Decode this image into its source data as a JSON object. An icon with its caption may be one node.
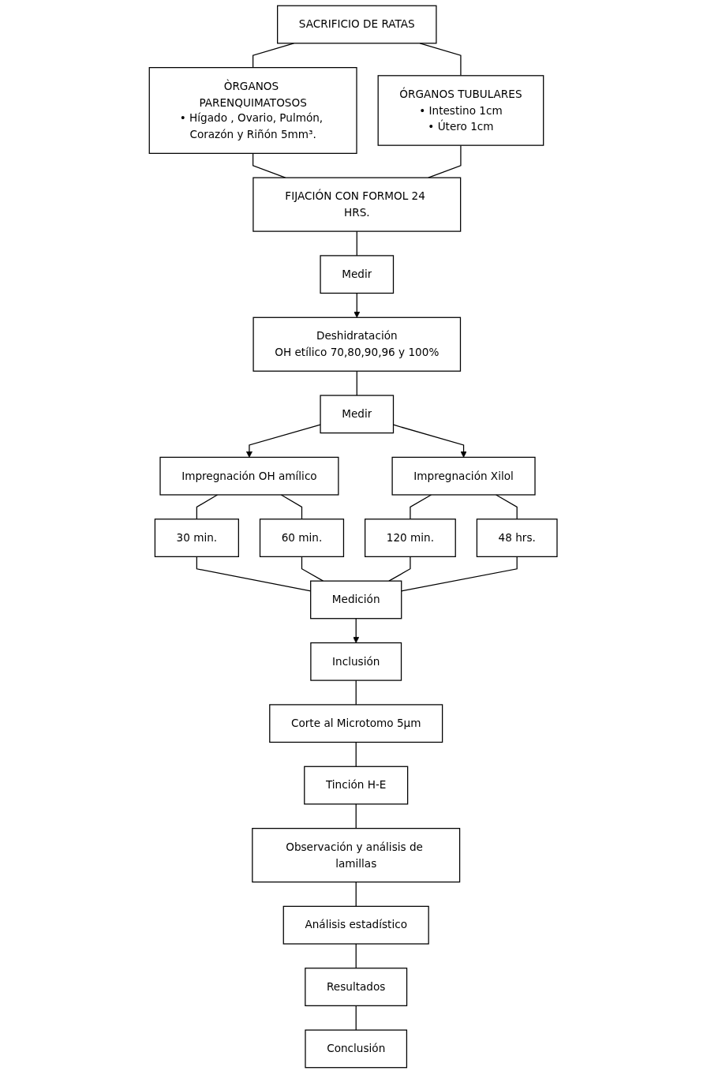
{
  "diagram": {
    "nodes": [
      {
        "text": [
          "SACRIFICIO DE RATAS"
        ]
      },
      {
        "text": [
          "ÒRGANOS PARENQUIMATOSOS",
          "• Hígado , Ovario, Pulmón, Corazón y Riñón 5mm³."
        ]
      },
      {
        "text": [
          "ÓRGANOS TUBULARES",
          "• Intestino 1cm",
          "• Útero 1cm"
        ]
      },
      {
        "text": [
          "FIJACIÓN CON FORMOL 24 HRS."
        ]
      },
      {
        "text": [
          "Medir"
        ]
      },
      {
        "text": [
          "Deshidratación",
          "OH etílico 70,80,90,96 y 100%"
        ]
      },
      {
        "text": [
          "Medir"
        ]
      },
      {
        "text": [
          "Impregnación OH amílico"
        ]
      },
      {
        "text": [
          "Impregnación Xilol"
        ]
      },
      {
        "text": [
          "30 min."
        ]
      },
      {
        "text": [
          "60 min."
        ]
      },
      {
        "text": [
          "120 min."
        ]
      },
      {
        "text": [
          "48 hrs."
        ]
      },
      {
        "text": [
          "Medición"
        ]
      },
      {
        "text": [
          "Inclusión"
        ]
      },
      {
        "text": [
          "Corte al Microtomo 5μm"
        ]
      },
      {
        "text": [
          "Tinción H-E"
        ]
      },
      {
        "text": [
          "Observación y análisis de lamillas"
        ]
      },
      {
        "text": [
          "Análisis estadístico"
        ]
      },
      {
        "text": [
          "Resultados"
        ]
      },
      {
        "text": [
          "Conclusión"
        ]
      }
    ],
    "edges": [
      {
        "from": 0,
        "to": 1,
        "arrow": "none"
      },
      {
        "from": 0,
        "to": 2,
        "arrow": "none"
      },
      {
        "from": 1,
        "to": 3,
        "arrow": "none"
      },
      {
        "from": 2,
        "to": 3,
        "arrow": "none"
      },
      {
        "from": 3,
        "to": 4,
        "arrow": "none"
      },
      {
        "from": 4,
        "to": 5,
        "arrow": "to"
      },
      {
        "from": 5,
        "to": 6,
        "arrow": "none"
      },
      {
        "from": 6,
        "to": 7,
        "arrow": "to"
      },
      {
        "from": 6,
        "to": 8,
        "arrow": "to"
      },
      {
        "from": 7,
        "to": 9,
        "arrow": "none"
      },
      {
        "from": 7,
        "to": 10,
        "arrow": "none"
      },
      {
        "from": 8,
        "to": 11,
        "arrow": "none"
      },
      {
        "from": 8,
        "to": 12,
        "arrow": "none"
      },
      {
        "from": 9,
        "to": 13,
        "arrow": "none"
      },
      {
        "from": 10,
        "to": 13,
        "arrow": "none"
      },
      {
        "from": 11,
        "to": 13,
        "arrow": "none"
      },
      {
        "from": 12,
        "to": 13,
        "arrow": "none"
      },
      {
        "from": 13,
        "to": 14,
        "arrow": "to"
      },
      {
        "from": 14,
        "to": 15,
        "arrow": "none"
      },
      {
        "from": 15,
        "to": 16,
        "arrow": "none"
      },
      {
        "from": 16,
        "to": 17,
        "arrow": "none"
      },
      {
        "from": 17,
        "to": 18,
        "arrow": "none"
      },
      {
        "from": 18,
        "to": 19,
        "arrow": "none"
      },
      {
        "from": 19,
        "to": 20,
        "arrow": "none"
      }
    ]
  }
}
